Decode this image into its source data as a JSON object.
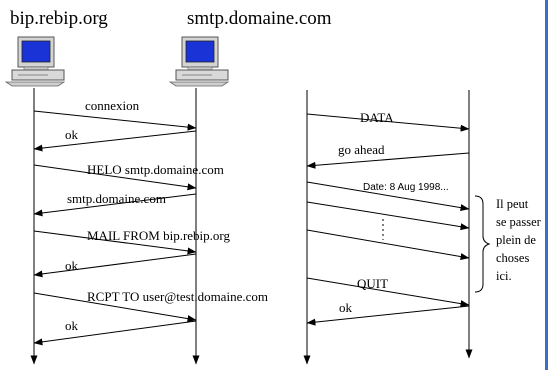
{
  "hosts": {
    "client": "bip.rebip.org",
    "server": "smtp.domaine.com"
  },
  "messages_left": [
    {
      "id": "connexion",
      "text": "connexion",
      "direction": "right"
    },
    {
      "id": "ok-1",
      "text": "ok",
      "direction": "left"
    },
    {
      "id": "helo",
      "text": "HELO smtp.domaine.com",
      "direction": "right"
    },
    {
      "id": "helo-reply",
      "text": "smtp.domaine.com",
      "direction": "left"
    },
    {
      "id": "mail-from",
      "text": "MAIL FROM bip.rebip.org",
      "direction": "right"
    },
    {
      "id": "ok-2",
      "text": "ok",
      "direction": "left"
    },
    {
      "id": "rcpt-to",
      "text": "RCPT TO user@test.domaine.com",
      "direction": "right"
    },
    {
      "id": "ok-3",
      "text": "ok",
      "direction": "left"
    }
  ],
  "messages_right": [
    {
      "id": "data",
      "text": "DATA",
      "direction": "right"
    },
    {
      "id": "go-ahead",
      "text": "go ahead",
      "direction": "left"
    },
    {
      "id": "date",
      "text": "Date: 8 Aug 1998...",
      "direction": "right"
    },
    {
      "id": "quit",
      "text": "QUIT",
      "direction": "right"
    },
    {
      "id": "ok-final",
      "text": "ok",
      "direction": "left"
    }
  ],
  "note": {
    "lines": [
      "Il peut",
      "se passer",
      "plein de",
      "choses",
      "ici."
    ]
  },
  "colors": {
    "line": "#000000",
    "accent_bar": "#3b6fc4",
    "screen": "#1a33d6"
  }
}
